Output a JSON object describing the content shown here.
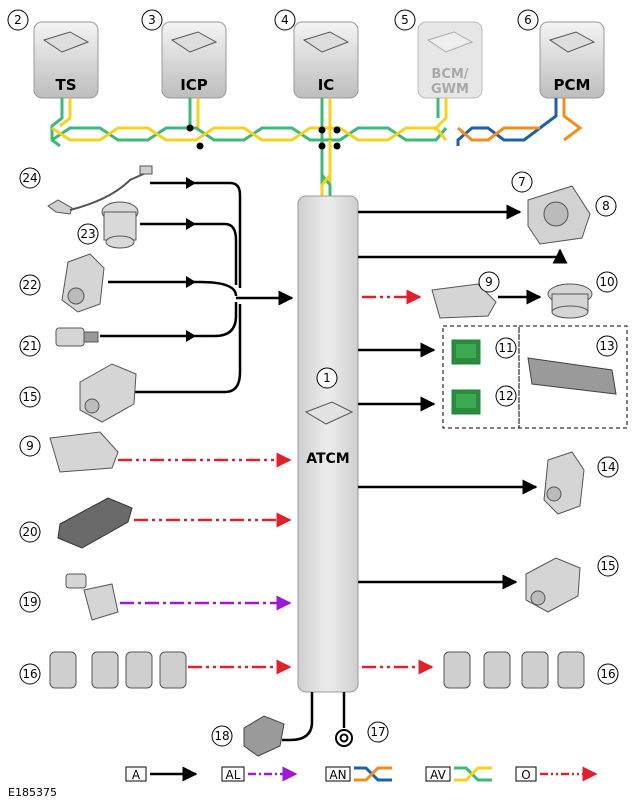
{
  "modules_top": [
    {
      "num": "2",
      "label": "TS",
      "dim": false
    },
    {
      "num": "3",
      "label": "ICP",
      "dim": false
    },
    {
      "num": "4",
      "label": "IC",
      "dim": false
    },
    {
      "num": "5",
      "label": "BCM/\nGWM",
      "label1": "BCM/",
      "label2": "GWM",
      "dim": true
    },
    {
      "num": "6",
      "label": "PCM",
      "dim": false
    }
  ],
  "atcm_label": "ATCM",
  "callouts": [
    "1",
    "7",
    "8",
    "9",
    "10",
    "11",
    "12",
    "13",
    "14",
    "15",
    "16",
    "17",
    "18",
    "19",
    "20",
    "21",
    "22",
    "23",
    "24"
  ],
  "legend": [
    {
      "code": "A",
      "style": "solid-black"
    },
    {
      "code": "AL",
      "style": "dash-purple"
    },
    {
      "code": "AN",
      "style": "twist-blue-orange"
    },
    {
      "code": "AV",
      "style": "twist-green-yellow"
    },
    {
      "code": "O",
      "style": "dash-red"
    }
  ],
  "figure_id": "E185375",
  "colors": {
    "black": "#000000",
    "red": "#e0202a",
    "purple": "#a019d2",
    "green": "#3cb878",
    "yellow": "#f5d21e",
    "blue": "#1f5fa8",
    "orange": "#f28c1e",
    "atcm_fill": "#d9d9d9"
  }
}
